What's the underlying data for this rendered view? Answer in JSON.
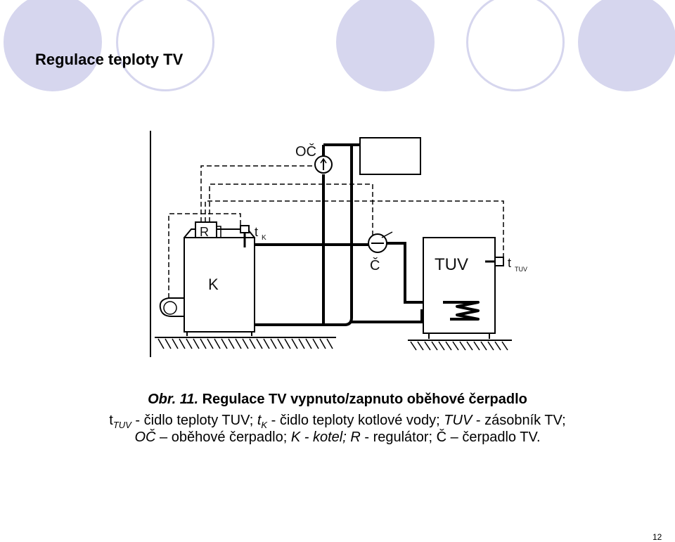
{
  "title": "Regulace teploty TV",
  "diagram": {
    "labels": {
      "pump_circ": "OČ",
      "regulator": "R",
      "sensor_boiler": "t",
      "sensor_boiler_sub": "K",
      "pump_tv": "Č",
      "tank": "TUV",
      "boiler": "K",
      "sensor_tank": "t",
      "sensor_tank_sub": "TUV"
    }
  },
  "caption": {
    "line1_prefix": "Obr. 11.",
    "line1_text": "Regulace TV vypnuto/zapnuto oběhové čerpadlo",
    "t1": "t",
    "t1_sub": "TUV",
    "t1_desc": "- čidlo teploty TUV;",
    "t2": "t",
    "t2_sub": "K",
    "t2_desc": "- čidlo teploty kotlové vody;",
    "t3": "TUV",
    "t3_desc": "- zásobník TV;",
    "t4": "OČ",
    "t4_desc": "– oběhové čerpadlo;",
    "t5": "K -",
    "t5_desc": "kotel;",
    "t6": "R",
    "t6_desc": "- regulátor;",
    "t7": "Č",
    "t7_desc": "– čerpadlo TV."
  },
  "page_number": "12",
  "colors": {
    "decor_circle": "#d6d6ee"
  }
}
